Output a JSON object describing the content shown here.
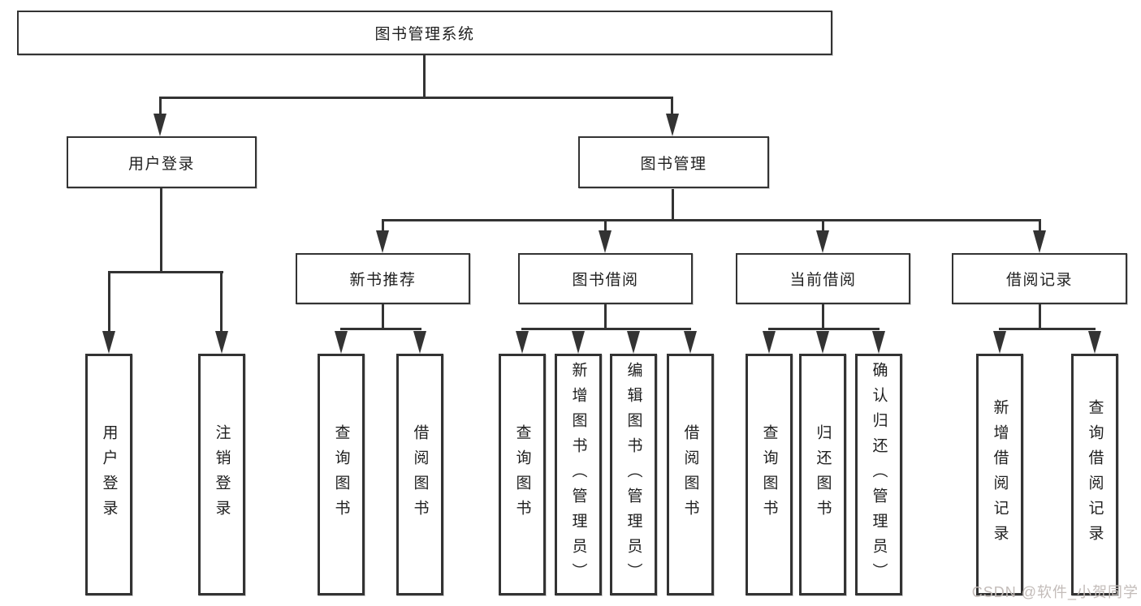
{
  "diagram_type": "hierarchy-tree",
  "tree": {
    "label": "图书管理系统",
    "children": [
      {
        "label": "用户登录",
        "children": [
          {
            "label": "用户登录"
          },
          {
            "label": "注销登录"
          }
        ]
      },
      {
        "label": "图书管理",
        "children": [
          {
            "label": "新书推荐",
            "children": [
              {
                "label": "查询图书"
              },
              {
                "label": "借阅图书"
              }
            ]
          },
          {
            "label": "图书借阅",
            "children": [
              {
                "label": "查询图书"
              },
              {
                "label": "新增图书（管理员）"
              },
              {
                "label": "编辑图书（管理员）"
              },
              {
                "label": "借阅图书"
              }
            ]
          },
          {
            "label": "当前借阅",
            "children": [
              {
                "label": "查询图书"
              },
              {
                "label": "归还图书"
              },
              {
                "label": "确认归还（管理员）"
              }
            ]
          },
          {
            "label": "借阅记录",
            "children": [
              {
                "label": "新增借阅记录"
              },
              {
                "label": "查询借阅记录"
              }
            ]
          }
        ]
      }
    ]
  },
  "watermark": {
    "text": "CSDN @软件_小贺同学"
  },
  "colors": {
    "line": "#333333",
    "box_border": "#333333",
    "text": "#1f1f1f",
    "watermark": "#c3bcb9",
    "background": "#ffffff"
  }
}
